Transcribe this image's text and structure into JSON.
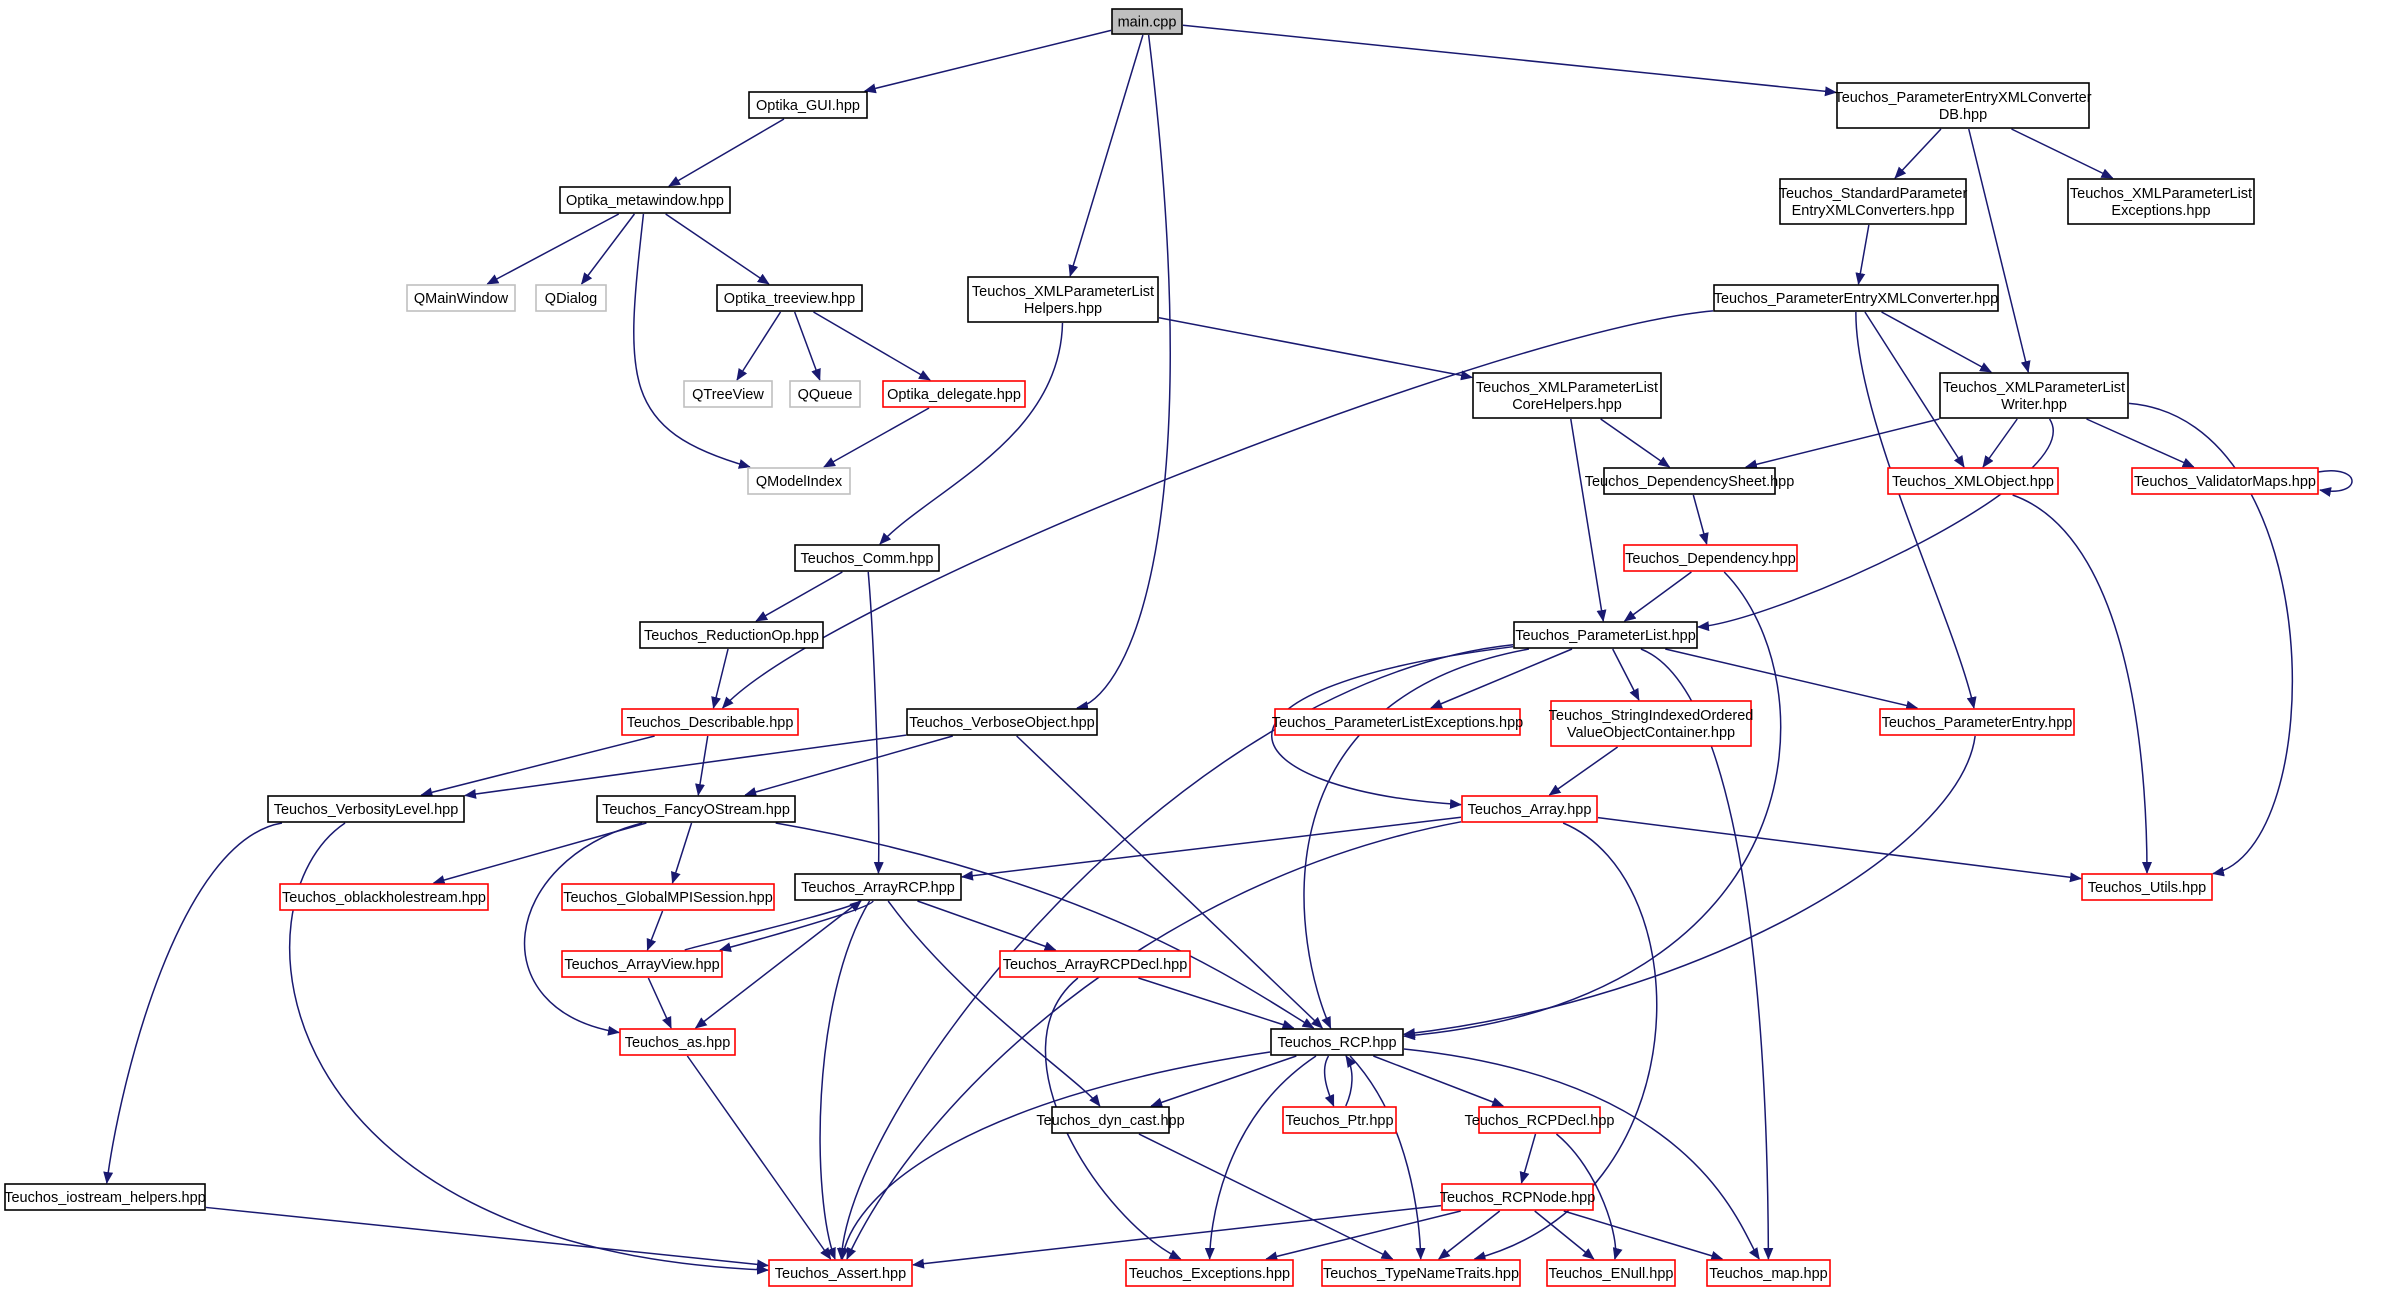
{
  "graph": {
    "colors": {
      "edge": "#191970",
      "border_default": "#000000",
      "border_incomplete": "#ff0000",
      "border_external": "#bfbfbf",
      "root_fill": "#bfbfbf"
    },
    "nodes": [
      {
        "id": "main",
        "lines": [
          "main.cpp"
        ],
        "style": "root"
      },
      {
        "id": "optika_gui",
        "lines": [
          "Optika_GUI.hpp"
        ],
        "style": "black"
      },
      {
        "id": "optika_meta",
        "lines": [
          "Optika_metawindow.hpp"
        ],
        "style": "black"
      },
      {
        "id": "qmainwindow",
        "lines": [
          "QMainWindow"
        ],
        "style": "gray"
      },
      {
        "id": "qdialog",
        "lines": [
          "QDialog"
        ],
        "style": "gray"
      },
      {
        "id": "optika_tree",
        "lines": [
          "Optika_treeview.hpp"
        ],
        "style": "black"
      },
      {
        "id": "qtreeview",
        "lines": [
          "QTreeView"
        ],
        "style": "gray"
      },
      {
        "id": "qqueue",
        "lines": [
          "QQueue"
        ],
        "style": "gray"
      },
      {
        "id": "optika_delegate",
        "lines": [
          "Optika_delegate.hpp"
        ],
        "style": "red"
      },
      {
        "id": "qmodelindex",
        "lines": [
          "QModelIndex"
        ],
        "style": "gray"
      },
      {
        "id": "xml_helpers",
        "lines": [
          "Teuchos_XMLParameterList",
          "Helpers.hpp"
        ],
        "style": "black"
      },
      {
        "id": "pe_xml_conv_db",
        "lines": [
          "Teuchos_ParameterEntryXMLConverter",
          "DB.hpp"
        ],
        "style": "black"
      },
      {
        "id": "std_param",
        "lines": [
          "Teuchos_StandardParameter",
          "EntryXMLConverters.hpp"
        ],
        "style": "black"
      },
      {
        "id": "xml_pl_exc",
        "lines": [
          "Teuchos_XMLParameterList",
          "Exceptions.hpp"
        ],
        "style": "black"
      },
      {
        "id": "pe_xml_conv",
        "lines": [
          "Teuchos_ParameterEntryXMLConverter.hpp"
        ],
        "style": "black"
      },
      {
        "id": "xml_core",
        "lines": [
          "Teuchos_XMLParameterList",
          "CoreHelpers.hpp"
        ],
        "style": "black"
      },
      {
        "id": "xml_writer",
        "lines": [
          "Teuchos_XMLParameterList",
          "Writer.hpp"
        ],
        "style": "black"
      },
      {
        "id": "dep_sheet",
        "lines": [
          "Teuchos_DependencySheet.hpp"
        ],
        "style": "black"
      },
      {
        "id": "xml_object",
        "lines": [
          "Teuchos_XMLObject.hpp"
        ],
        "style": "red"
      },
      {
        "id": "validator_maps",
        "lines": [
          "Teuchos_ValidatorMaps.hpp"
        ],
        "style": "red"
      },
      {
        "id": "comm",
        "lines": [
          "Teuchos_Comm.hpp"
        ],
        "style": "black"
      },
      {
        "id": "dependency",
        "lines": [
          "Teuchos_Dependency.hpp"
        ],
        "style": "red"
      },
      {
        "id": "reduction_op",
        "lines": [
          "Teuchos_ReductionOp.hpp"
        ],
        "style": "black"
      },
      {
        "id": "param_list",
        "lines": [
          "Teuchos_ParameterList.hpp"
        ],
        "style": "black"
      },
      {
        "id": "describable",
        "lines": [
          "Teuchos_Describable.hpp"
        ],
        "style": "red"
      },
      {
        "id": "verbose_obj",
        "lines": [
          "Teuchos_VerboseObject.hpp"
        ],
        "style": "black"
      },
      {
        "id": "pl_exceptions",
        "lines": [
          "Teuchos_ParameterListExceptions.hpp"
        ],
        "style": "red"
      },
      {
        "id": "string_indexed",
        "lines": [
          "Teuchos_StringIndexedOrdered",
          "ValueObjectContainer.hpp"
        ],
        "style": "red"
      },
      {
        "id": "param_entry",
        "lines": [
          "Teuchos_ParameterEntry.hpp"
        ],
        "style": "red"
      },
      {
        "id": "verbosity_level",
        "lines": [
          "Teuchos_VerbosityLevel.hpp"
        ],
        "style": "black"
      },
      {
        "id": "fancy_ostream",
        "lines": [
          "Teuchos_FancyOStream.hpp"
        ],
        "style": "black"
      },
      {
        "id": "array",
        "lines": [
          "Teuchos_Array.hpp"
        ],
        "style": "red"
      },
      {
        "id": "oblackhole",
        "lines": [
          "Teuchos_oblackholestream.hpp"
        ],
        "style": "red"
      },
      {
        "id": "global_mpi",
        "lines": [
          "Teuchos_GlobalMPISession.hpp"
        ],
        "style": "red"
      },
      {
        "id": "array_rcp",
        "lines": [
          "Teuchos_ArrayRCP.hpp"
        ],
        "style": "black"
      },
      {
        "id": "utils",
        "lines": [
          "Teuchos_Utils.hpp"
        ],
        "style": "red"
      },
      {
        "id": "array_view",
        "lines": [
          "Teuchos_ArrayView.hpp"
        ],
        "style": "red"
      },
      {
        "id": "array_rcp_decl",
        "lines": [
          "Teuchos_ArrayRCPDecl.hpp"
        ],
        "style": "red"
      },
      {
        "id": "as",
        "lines": [
          "Teuchos_as.hpp"
        ],
        "style": "red"
      },
      {
        "id": "rcp",
        "lines": [
          "Teuchos_RCP.hpp"
        ],
        "style": "black"
      },
      {
        "id": "dyn_cast",
        "lines": [
          "Teuchos_dyn_cast.hpp"
        ],
        "style": "black"
      },
      {
        "id": "ptr",
        "lines": [
          "Teuchos_Ptr.hpp"
        ],
        "style": "red"
      },
      {
        "id": "rcp_decl",
        "lines": [
          "Teuchos_RCPDecl.hpp"
        ],
        "style": "red"
      },
      {
        "id": "rcp_node",
        "lines": [
          "Teuchos_RCPNode.hpp"
        ],
        "style": "red"
      },
      {
        "id": "iostream_helpers",
        "lines": [
          "Teuchos_iostream_helpers.hpp"
        ],
        "style": "black"
      },
      {
        "id": "assert",
        "lines": [
          "Teuchos_Assert.hpp"
        ],
        "style": "red"
      },
      {
        "id": "exceptions",
        "lines": [
          "Teuchos_Exceptions.hpp"
        ],
        "style": "red"
      },
      {
        "id": "type_name_traits",
        "lines": [
          "Teuchos_TypeNameTraits.hpp"
        ],
        "style": "red"
      },
      {
        "id": "enull",
        "lines": [
          "Teuchos_ENull.hpp"
        ],
        "style": "red"
      },
      {
        "id": "map",
        "lines": [
          "Teuchos_map.hpp"
        ],
        "style": "red"
      }
    ],
    "edges": [
      [
        "main",
        "optika_gui"
      ],
      [
        "main",
        "xml_helpers"
      ],
      [
        "main",
        "verbose_obj"
      ],
      [
        "main",
        "pe_xml_conv_db"
      ],
      [
        "optika_gui",
        "optika_meta"
      ],
      [
        "optika_meta",
        "qmainwindow"
      ],
      [
        "optika_meta",
        "qdialog"
      ],
      [
        "optika_meta",
        "optika_tree"
      ],
      [
        "optika_meta",
        "qmodelindex"
      ],
      [
        "optika_tree",
        "qtreeview"
      ],
      [
        "optika_tree",
        "qqueue"
      ],
      [
        "optika_tree",
        "optika_delegate"
      ],
      [
        "optika_delegate",
        "qmodelindex"
      ],
      [
        "xml_helpers",
        "xml_core"
      ],
      [
        "xml_helpers",
        "comm"
      ],
      [
        "pe_xml_conv_db",
        "std_param"
      ],
      [
        "pe_xml_conv_db",
        "xml_pl_exc"
      ],
      [
        "pe_xml_conv_db",
        "xml_writer"
      ],
      [
        "std_param",
        "pe_xml_conv"
      ],
      [
        "pe_xml_conv",
        "describable"
      ],
      [
        "pe_xml_conv",
        "xml_writer"
      ],
      [
        "pe_xml_conv",
        "xml_object"
      ],
      [
        "pe_xml_conv",
        "param_entry"
      ],
      [
        "xml_core",
        "dep_sheet"
      ],
      [
        "xml_core",
        "param_list"
      ],
      [
        "xml_writer",
        "dep_sheet"
      ],
      [
        "xml_writer",
        "xml_object"
      ],
      [
        "xml_writer",
        "validator_maps"
      ],
      [
        "xml_writer",
        "param_list"
      ],
      [
        "xml_writer",
        "utils"
      ],
      [
        "validator_maps",
        "validator_maps"
      ],
      [
        "xml_object",
        "utils"
      ],
      [
        "dep_sheet",
        "dependency"
      ],
      [
        "dependency",
        "param_list"
      ],
      [
        "dependency",
        "rcp"
      ],
      [
        "comm",
        "reduction_op"
      ],
      [
        "comm",
        "array_rcp"
      ],
      [
        "reduction_op",
        "describable"
      ],
      [
        "param_list",
        "pl_exceptions"
      ],
      [
        "param_list",
        "string_indexed"
      ],
      [
        "param_list",
        "param_entry"
      ],
      [
        "param_list",
        "array"
      ],
      [
        "param_list",
        "assert"
      ],
      [
        "param_list",
        "rcp"
      ],
      [
        "param_list",
        "map"
      ],
      [
        "string_indexed",
        "array"
      ],
      [
        "param_entry",
        "rcp"
      ],
      [
        "describable",
        "verbosity_level"
      ],
      [
        "describable",
        "fancy_ostream"
      ],
      [
        "verbose_obj",
        "verbosity_level"
      ],
      [
        "verbose_obj",
        "fancy_ostream"
      ],
      [
        "verbose_obj",
        "rcp"
      ],
      [
        "verbosity_level",
        "iostream_helpers"
      ],
      [
        "verbosity_level",
        "assert"
      ],
      [
        "fancy_ostream",
        "oblackhole"
      ],
      [
        "fancy_ostream",
        "global_mpi"
      ],
      [
        "fancy_ostream",
        "as"
      ],
      [
        "fancy_ostream",
        "rcp"
      ],
      [
        "array",
        "array_rcp"
      ],
      [
        "array",
        "utils"
      ],
      [
        "array",
        "assert"
      ],
      [
        "array",
        "type_name_traits"
      ],
      [
        "global_mpi",
        "array_view"
      ],
      [
        "array_rcp",
        "array_view"
      ],
      [
        "array_view",
        "array_rcp"
      ],
      [
        "array_rcp",
        "array_rcp_decl"
      ],
      [
        "array_rcp",
        "as"
      ],
      [
        "array_rcp",
        "assert"
      ],
      [
        "array_rcp",
        "dyn_cast"
      ],
      [
        "array_view",
        "as"
      ],
      [
        "array_rcp_decl",
        "rcp"
      ],
      [
        "array_rcp_decl",
        "exceptions"
      ],
      [
        "as",
        "assert"
      ],
      [
        "rcp",
        "dyn_cast"
      ],
      [
        "rcp",
        "ptr"
      ],
      [
        "ptr",
        "rcp"
      ],
      [
        "rcp",
        "rcp_decl"
      ],
      [
        "rcp",
        "assert"
      ],
      [
        "rcp",
        "exceptions"
      ],
      [
        "rcp",
        "type_name_traits"
      ],
      [
        "rcp",
        "map"
      ],
      [
        "dyn_cast",
        "type_name_traits"
      ],
      [
        "rcp_decl",
        "rcp_node"
      ],
      [
        "rcp_decl",
        "enull"
      ],
      [
        "rcp_node",
        "assert"
      ],
      [
        "rcp_node",
        "exceptions"
      ],
      [
        "rcp_node",
        "type_name_traits"
      ],
      [
        "rcp_node",
        "enull"
      ],
      [
        "rcp_node",
        "map"
      ],
      [
        "iostream_helpers",
        "assert"
      ]
    ]
  }
}
